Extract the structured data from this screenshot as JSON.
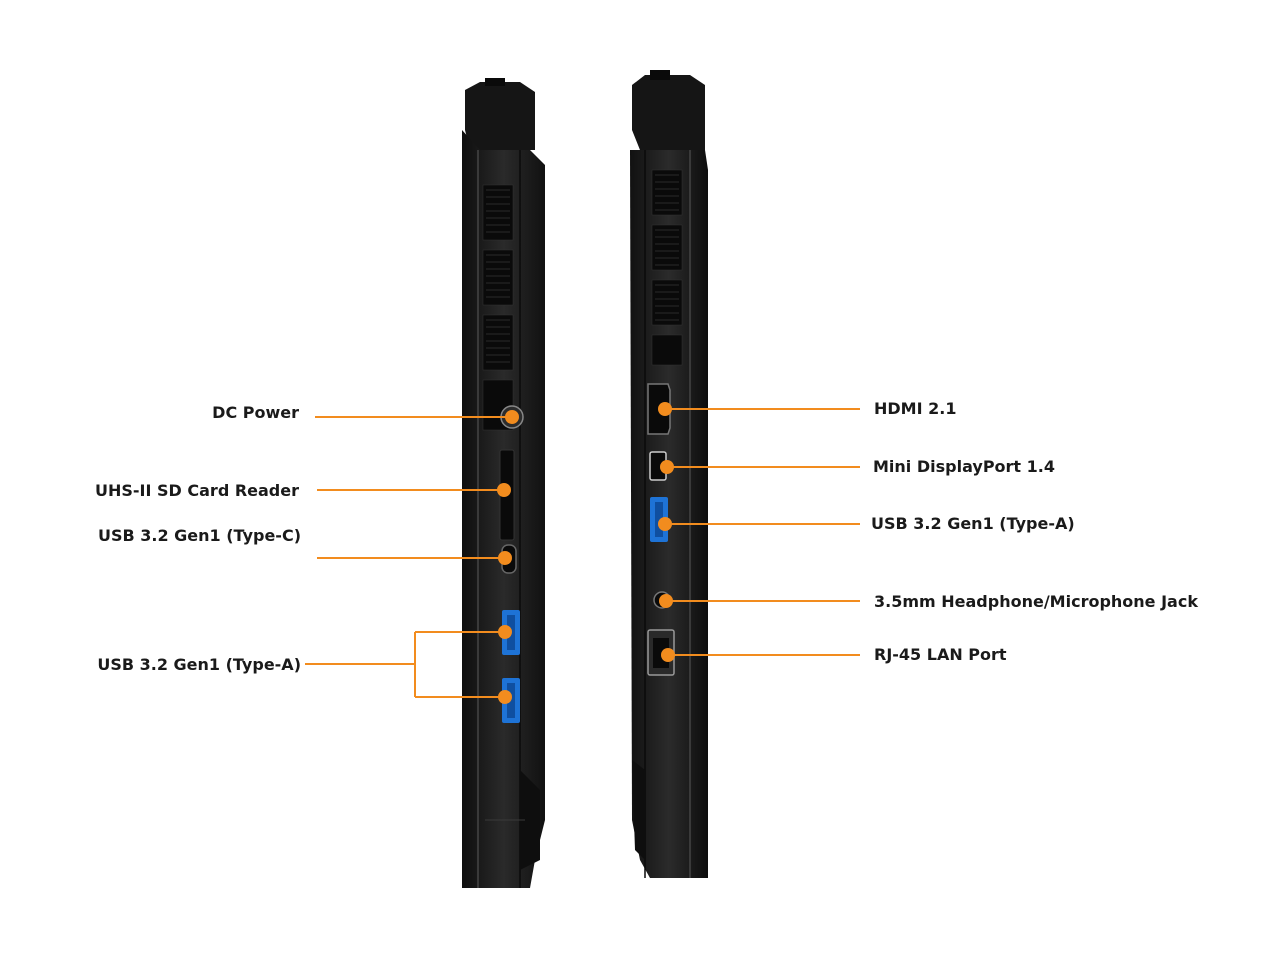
{
  "left_side": {
    "ports": [
      {
        "id": "dc-power",
        "label": "DC Power"
      },
      {
        "id": "sd-card-reader",
        "label": "UHS-II SD Card Reader"
      },
      {
        "id": "usb-c",
        "label": "USB 3.2 Gen1 (Type-C)"
      },
      {
        "id": "usb-a-left",
        "label": "USB 3.2 Gen1 (Type-A)"
      }
    ]
  },
  "right_side": {
    "ports": [
      {
        "id": "hdmi",
        "label": "HDMI 2.1"
      },
      {
        "id": "mini-dp",
        "label": "Mini DisplayPort 1.4"
      },
      {
        "id": "usb-a-right",
        "label": "USB 3.2 Gen1 (Type-A)"
      },
      {
        "id": "audio-jack",
        "label": "3.5mm Headphone/Microphone Jack"
      },
      {
        "id": "rj45",
        "label": "RJ-45 LAN Port"
      }
    ]
  },
  "colors": {
    "accent": "#f28c1e",
    "body": "#1c1c1c",
    "usb_blue": "#1e73d6",
    "background": "#ffffff"
  }
}
